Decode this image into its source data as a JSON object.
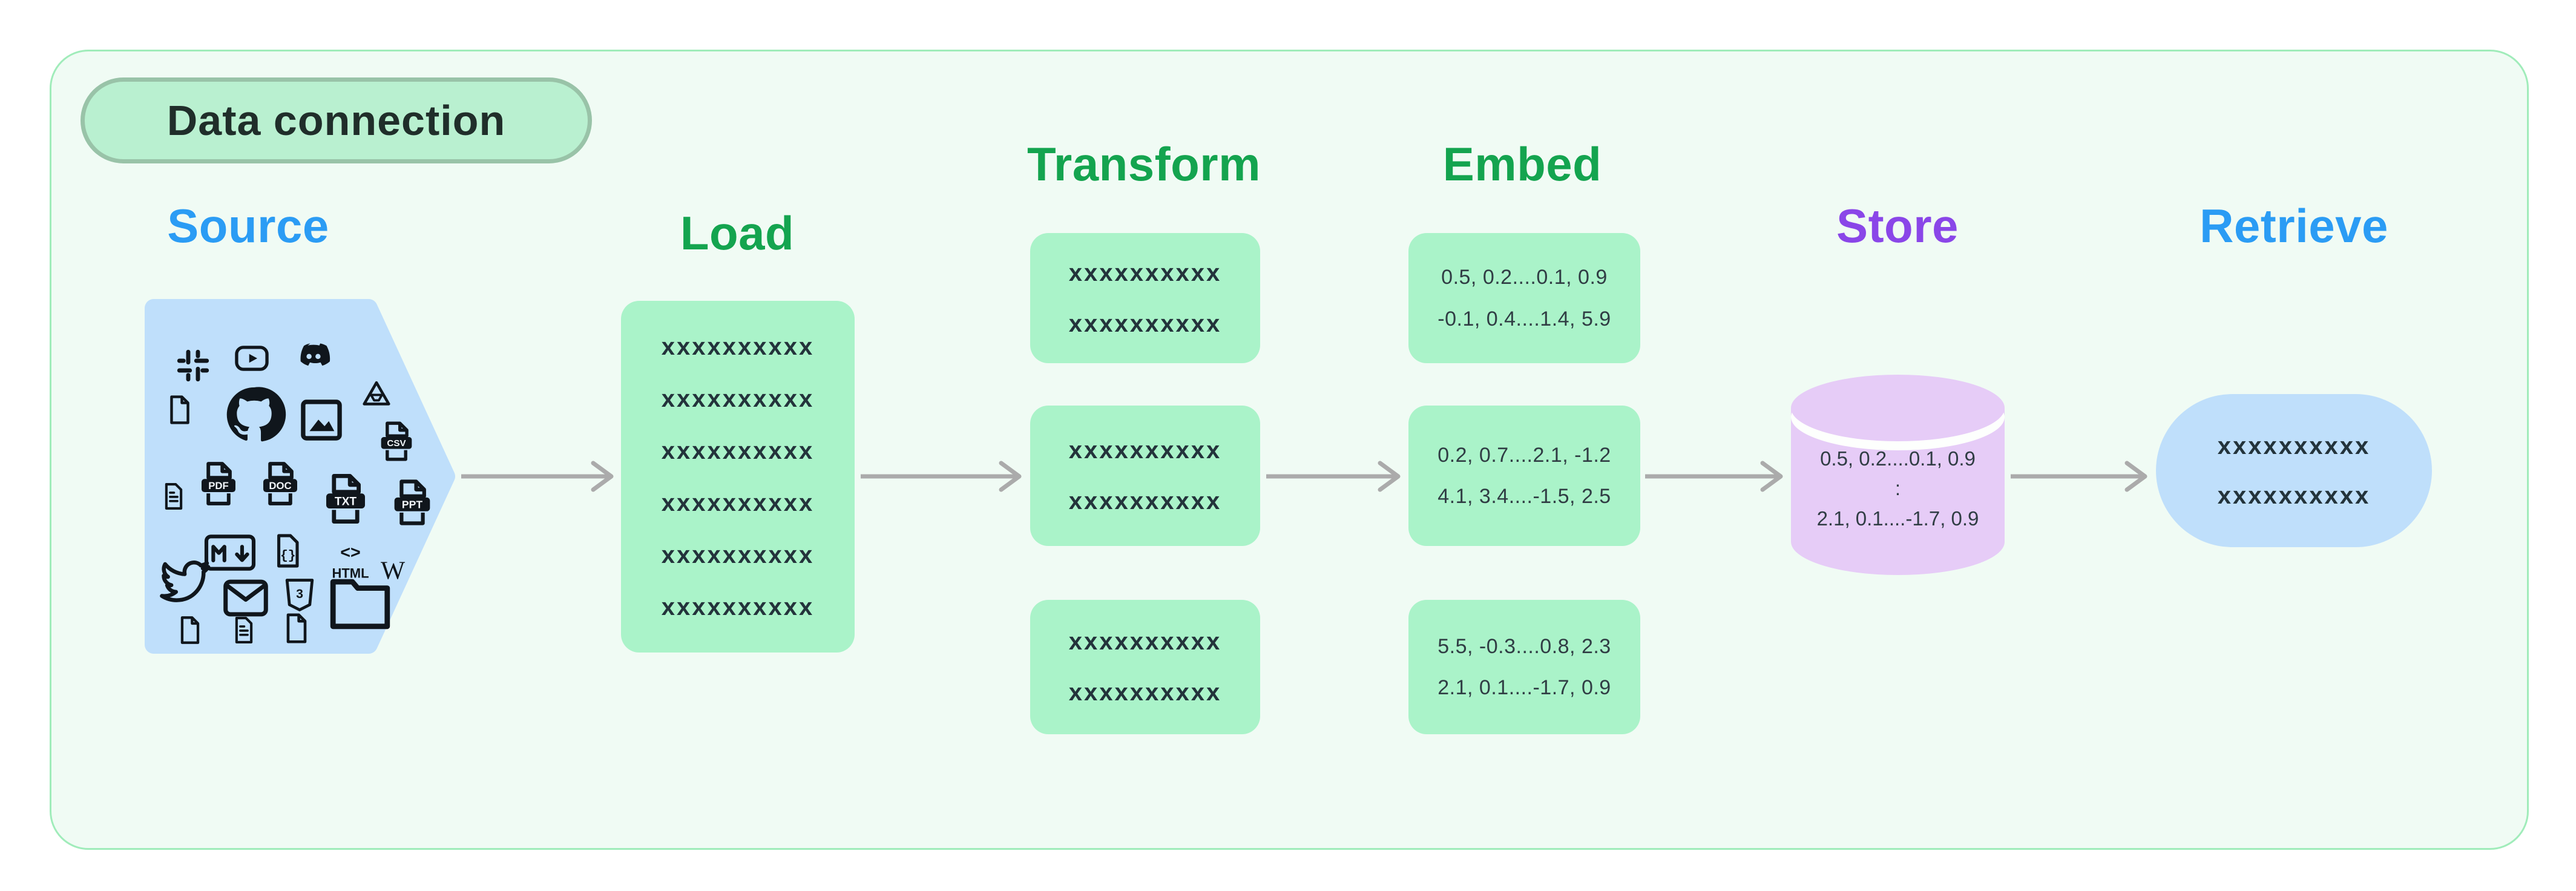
{
  "title_badge": "Data connection",
  "colors": {
    "canvas_bg": "#ffffff",
    "panel_bg": "#f0fbf4",
    "panel_border": "#a0ecba",
    "badge_bg": "#b9f0d0",
    "badge_border": "#99c3a8",
    "badge_text": "#202e2a",
    "blue_label": "#2b9cf4",
    "green_label": "#14a44f",
    "purple_label": "#8a46e8",
    "green_box": "#aaf3c9",
    "blue_shape": "#bfdffb",
    "purple_cylinder": "#e6ccf7",
    "arrow": "#ababab",
    "box_text": "#23333b"
  },
  "icon_text": {
    "pdf": "PDF",
    "doc": "DOC",
    "txt": "TXT",
    "ppt": "PPT",
    "csv": "CSV",
    "json_braces": "{}",
    "html_angle": "<>",
    "html_word": "HTML",
    "wikipedia": "W",
    "css3": "3"
  },
  "sections": {
    "source": {
      "label": "Source",
      "icons": [
        "slack",
        "youtube",
        "discord",
        "file",
        "github",
        "image",
        "google-drive",
        "csv-file",
        "document",
        "pdf-file",
        "doc-file",
        "txt-file",
        "ppt-file",
        "markdown",
        "json-file",
        "html",
        "wikipedia",
        "twitter",
        "mail",
        "css3",
        "folder",
        "file",
        "document",
        "file"
      ]
    },
    "load": {
      "label": "Load",
      "box_lines": [
        "xxxxxxxxxx",
        "xxxxxxxxxx",
        "xxxxxxxxxx",
        "xxxxxxxxxx",
        "xxxxxxxxxx",
        "xxxxxxxxxx"
      ]
    },
    "transform": {
      "label": "Transform",
      "boxes": [
        [
          "xxxxxxxxxx",
          "xxxxxxxxxx"
        ],
        [
          "xxxxxxxxxx",
          "xxxxxxxxxx"
        ],
        [
          "xxxxxxxxxx",
          "xxxxxxxxxx"
        ]
      ]
    },
    "embed": {
      "label": "Embed",
      "boxes": [
        [
          "0.5, 0.2....0.1, 0.9",
          "-0.1, 0.4....1.4, 5.9"
        ],
        [
          "0.2, 0.7....2.1, -1.2",
          "4.1, 3.4....-1.5, 2.5"
        ],
        [
          "5.5, -0.3....0.8, 2.3",
          "2.1, 0.1....-1.7, 0.9"
        ]
      ]
    },
    "store": {
      "label": "Store",
      "cylinder_lines": [
        "0.5, 0.2....0.1, 0.9",
        ":",
        "2.1, 0.1....-1.7, 0.9"
      ]
    },
    "retrieve": {
      "label": "Retrieve",
      "box_lines": [
        "xxxxxxxxxx",
        "xxxxxxxxxx"
      ]
    }
  }
}
